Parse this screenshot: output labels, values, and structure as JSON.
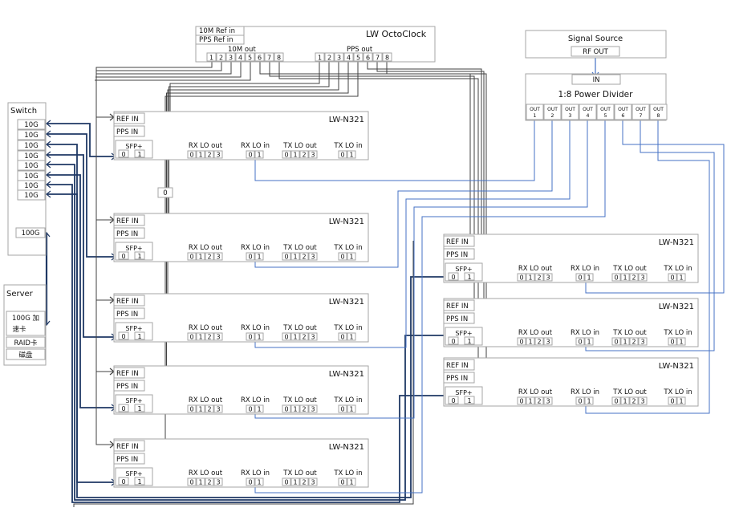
{
  "octoclock": {
    "title": "LW OctoClock",
    "ref_in": "10M Ref in",
    "pps_in": "PPS Ref in",
    "ten_m_out": "10M out",
    "pps_out": "PPS out",
    "ports": [
      "1",
      "2",
      "3",
      "4",
      "5",
      "6",
      "7",
      "8"
    ]
  },
  "signal_source": {
    "title": "Signal Source",
    "rf_out": "RF OUT"
  },
  "divider": {
    "title": "1:8 Power Divider",
    "in": "IN",
    "out_label": "OUT",
    "outs": [
      "1",
      "2",
      "3",
      "4",
      "5",
      "6",
      "7",
      "8"
    ]
  },
  "switch": {
    "title": "Switch",
    "ports": [
      "10G",
      "10G",
      "10G",
      "10G",
      "10G",
      "10G",
      "10G",
      "10G"
    ],
    "uplink": "100G"
  },
  "server": {
    "title": "Server",
    "nic_line1": "100G 加",
    "nic_line2": "速卡",
    "raid": "RAID卡",
    "disk": "磁盘"
  },
  "zero_label": "0",
  "n321": {
    "title": "LW-N321",
    "ref_in": "REF IN",
    "pps_in": "PPS IN",
    "sfp": "SFP+",
    "rx_lo_out": "RX LO out",
    "rx_lo_in": "RX LO in",
    "tx_lo_out": "TX LO out",
    "tx_lo_in": "TX LO in",
    "lo_out_ports": [
      "0",
      "1",
      "2",
      "3"
    ],
    "lo_in_ports": [
      "0",
      "1"
    ],
    "sfp_ports": [
      "0",
      "1"
    ]
  },
  "colors": {
    "box_border": "#a6a6a6",
    "clock_line": "#404040",
    "net_line": "#1f3864",
    "rf_line": "#4472c4"
  }
}
